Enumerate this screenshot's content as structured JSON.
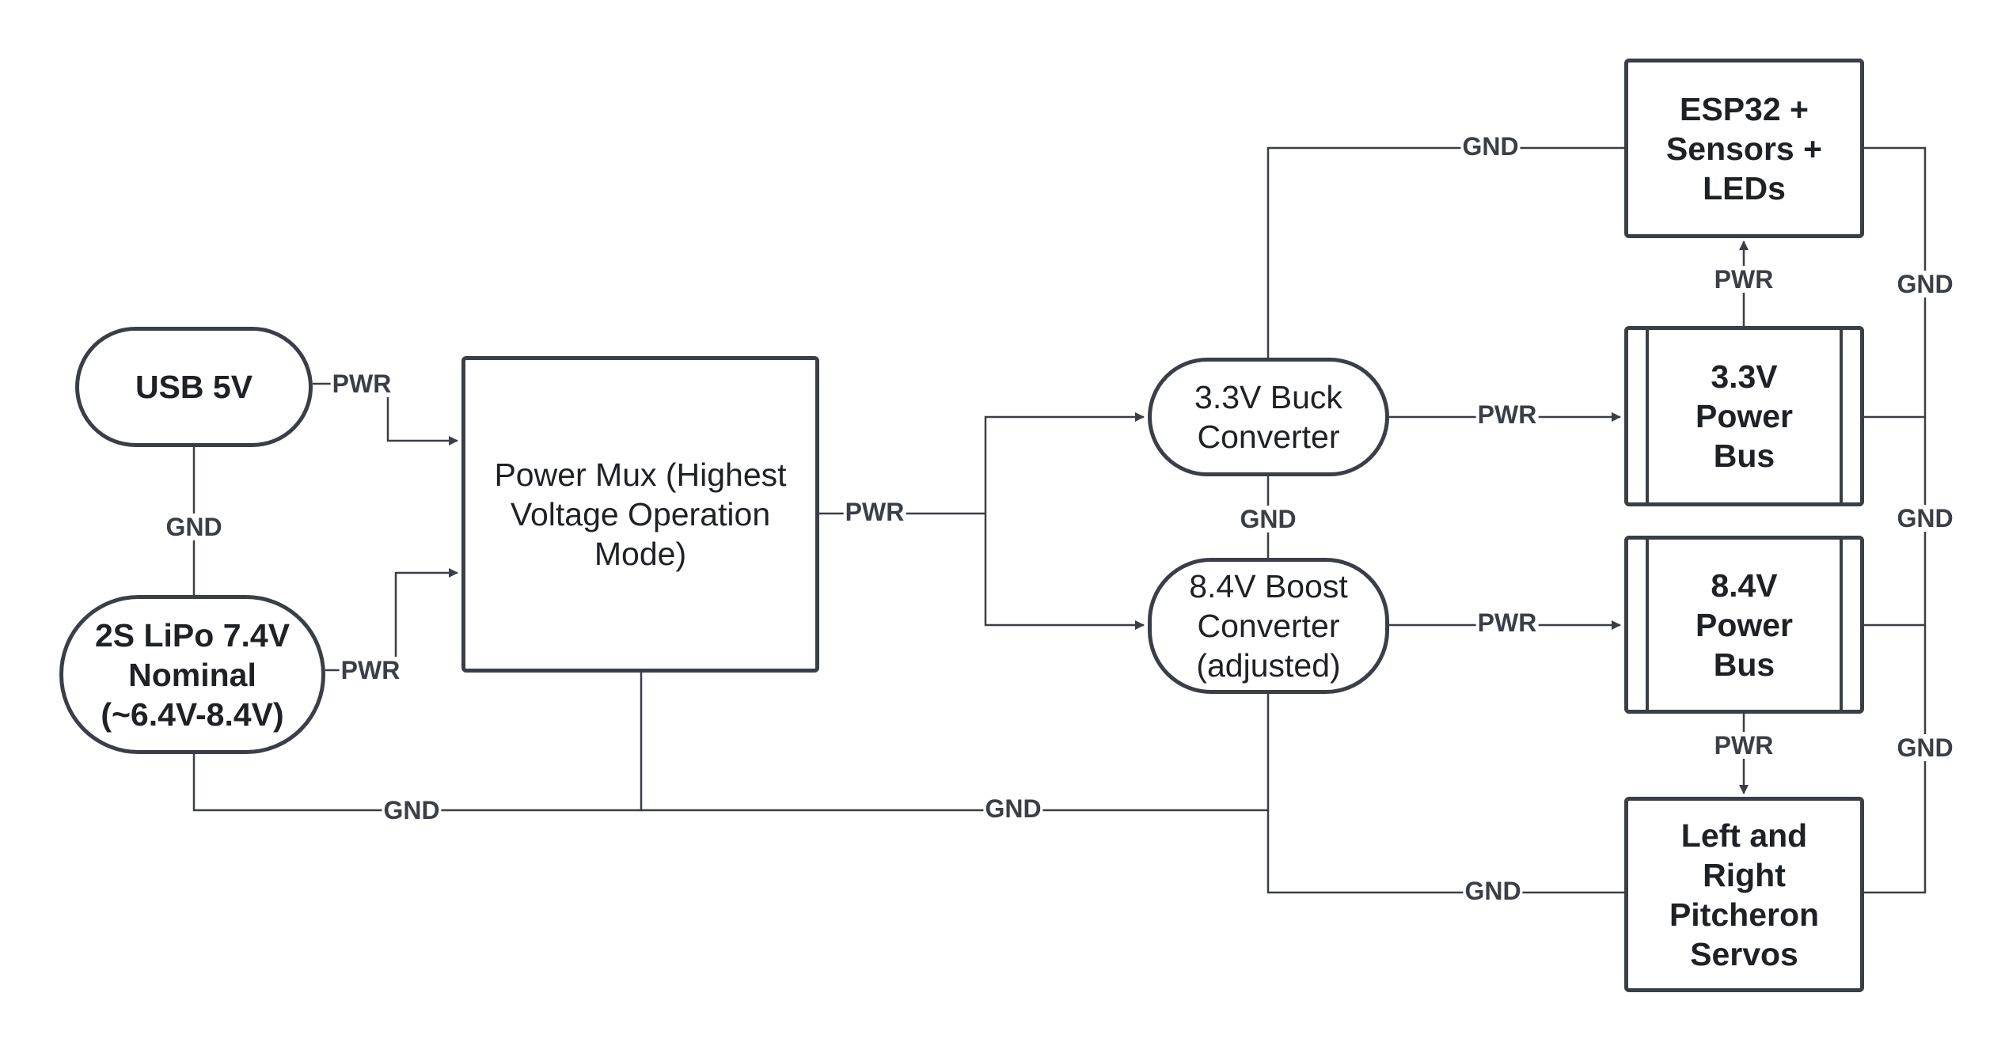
{
  "nodes": {
    "usb": "USB 5V",
    "lipo": [
      "2S LiPo 7.4V",
      "Nominal",
      "(~6.4V-8.4V)"
    ],
    "mux": [
      "Power Mux (Highest",
      "Voltage Operation",
      "Mode)"
    ],
    "buck": [
      "3.3V Buck",
      "Converter"
    ],
    "boost": [
      "8.4V Boost",
      "Converter",
      "(adjusted)"
    ],
    "esp32": [
      "ESP32 +",
      "Sensors +",
      "LEDs"
    ],
    "bus33": [
      "3.3V",
      "Power",
      "Bus"
    ],
    "bus84": [
      "8.4V",
      "Power",
      "Bus"
    ],
    "servos": [
      "Left and",
      "Right",
      "Pitcheron",
      "Servos"
    ]
  },
  "edge_labels": {
    "usb_pwr": "PWR",
    "usb_lipo_gnd": "GND",
    "lipo_pwr": "PWR",
    "lipo_gnd": "GND",
    "mux_pwr": "PWR",
    "mux_gnd": "GND",
    "esp_gnd": "GND",
    "buck_boost_gnd": "GND",
    "buck_pwr": "PWR",
    "boost_pwr": "PWR",
    "bus33_esp_pwr": "PWR",
    "bus84_servo_pwr": "PWR",
    "servo_gnd": "GND",
    "right_gnd_1": "GND",
    "right_gnd_2": "GND",
    "right_gnd_3": "GND"
  },
  "colors": {
    "line": "#3a3f47",
    "text": "#1e2126"
  }
}
